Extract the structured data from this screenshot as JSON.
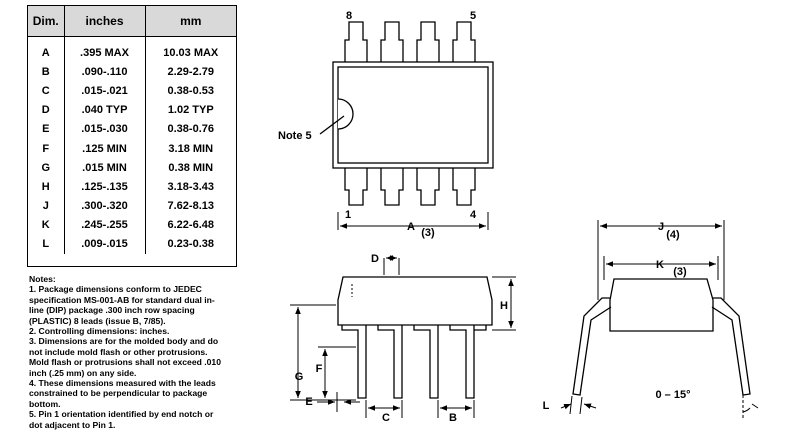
{
  "table": {
    "headers": [
      "Dim.",
      "inches",
      "mm"
    ],
    "rows": [
      [
        "A",
        ".395 MAX",
        "10.03 MAX"
      ],
      [
        "B",
        ".090-.110",
        "2.29-2.79"
      ],
      [
        "C",
        ".015-.021",
        "0.38-0.53"
      ],
      [
        "D",
        ".040 TYP",
        "1.02 TYP"
      ],
      [
        "E",
        ".015-.030",
        "0.38-0.76"
      ],
      [
        "F",
        ".125 MIN",
        "3.18 MIN"
      ],
      [
        "G",
        ".015 MIN",
        "0.38 MIN"
      ],
      [
        "H",
        ".125-.135",
        "3.18-3.43"
      ],
      [
        "J",
        ".300-.320",
        "7.62-8.13"
      ],
      [
        "K",
        ".245-.255",
        "6.22-6.48"
      ],
      [
        "L",
        ".009-.015",
        "0.23-0.38"
      ]
    ]
  },
  "notes": {
    "title": "Notes:",
    "items": [
      "1.  Package dimensions conform to JEDEC",
      "specification MS-001-AB for standard dual in-",
      "line (DIP) package .300 inch row spacing",
      "(PLASTIC) 8 leads (issue B, 7/85).",
      "2.  Controlling dimensions: inches.",
      "3.  Dimensions are for the molded body and do",
      "not include mold flash or other protrusions.",
      "Mold flash or protrusions shall not exceed .010",
      "inch (.25 mm) on any side.",
      "4.  These dimensions measured with the leads",
      "constrained to be perpendicular to package",
      "bottom.",
      "5.  Pin 1 orientation identified by end notch or",
      "dot adjacent to Pin 1."
    ]
  },
  "top_view": {
    "pin8": "8",
    "pin5": "5",
    "pin1": "1",
    "pin4": "4",
    "note_label": "Note 5",
    "dim_a": "A",
    "dim_a_note": "(3)"
  },
  "side_view": {
    "dim_d": "D",
    "dim_h": "H",
    "dim_g": "G",
    "dim_f": "F",
    "dim_e": "E",
    "dim_c": "C",
    "dim_b": "B"
  },
  "end_view": {
    "dim_j": "J",
    "dim_j_note": "(4)",
    "dim_k": "K",
    "dim_k_note": "(3)",
    "dim_l": "L",
    "angle": "0 – 15°"
  }
}
